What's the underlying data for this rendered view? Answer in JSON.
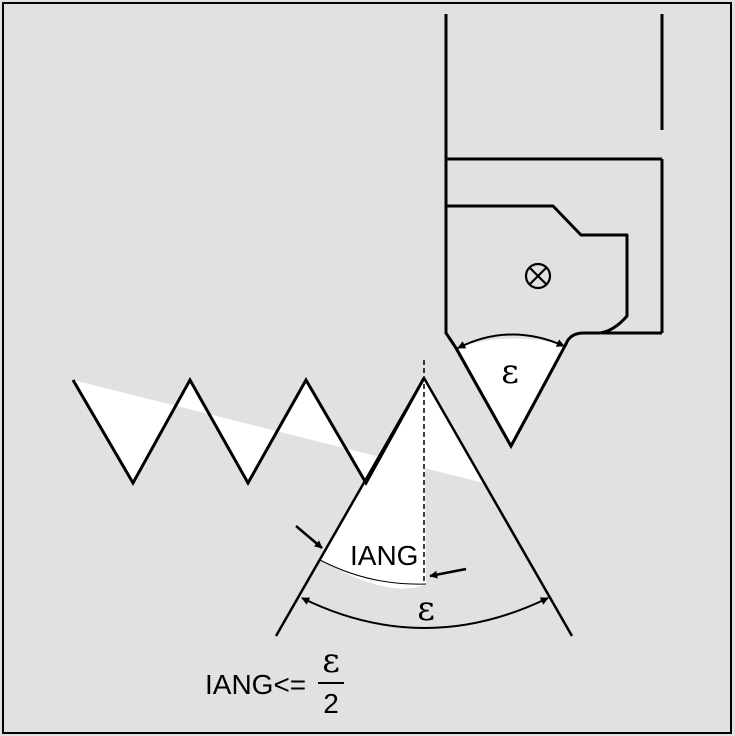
{
  "diagram": {
    "tool_angle_symbol": "ε",
    "infeed_angle_label": "IANG",
    "thread_angle_symbol": "ε",
    "formula": {
      "lhs": "IANG<=",
      "numerator": "ε",
      "denominator": "2"
    }
  }
}
